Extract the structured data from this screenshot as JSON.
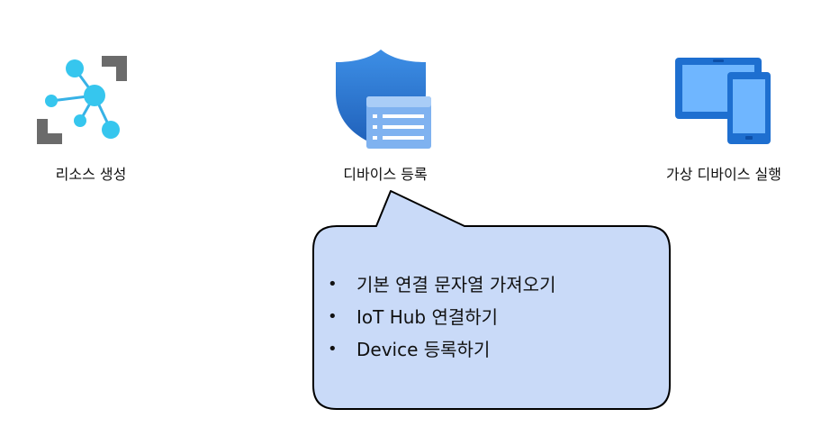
{
  "steps": [
    {
      "label": "리소스 생성",
      "icon": "iot-hub-network-icon"
    },
    {
      "label": "디바이스 등록",
      "icon": "shield-registration-icon"
    },
    {
      "label": "가상 디바이스 실행",
      "icon": "tablet-phone-devices-icon"
    }
  ],
  "callout": {
    "items": [
      "기본 연결 문자열 가져오기",
      "IoT Hub 연결하기",
      "Device 등록하기"
    ]
  },
  "colors": {
    "network_node": "#36c6ee",
    "network_hub": "#4fa5e8",
    "bracket": "#6b6b6b",
    "shield": "#2f7bd6",
    "doc": "#7fb2f0",
    "device_frame": "#1e6fd0",
    "device_screen": "#6fb6ff",
    "callout_fill": "#c9daf8",
    "callout_stroke": "#000000"
  }
}
